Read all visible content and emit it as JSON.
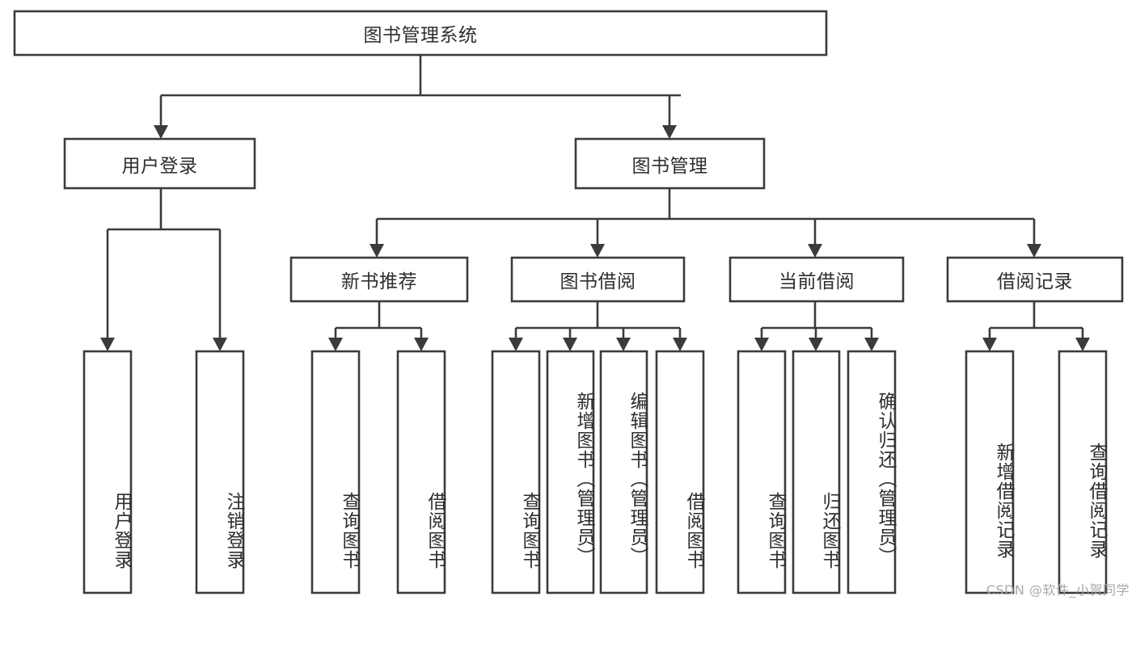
{
  "diagram": {
    "type": "tree-hierarchy-chart",
    "title": "图书管理系统",
    "watermark": "CSDN @软件_小贺同学",
    "colors": {
      "box_fill": "#ffffff",
      "box_stroke": "#3b3b3b",
      "text": "#2e2e2e",
      "watermark": "#a8a8a8",
      "background": "#ffffff"
    },
    "levels": {
      "root": {
        "label": "图书管理系统"
      },
      "level2": [
        {
          "id": "user-login",
          "label": "用户登录"
        },
        {
          "id": "book-management",
          "label": "图书管理"
        }
      ],
      "level3": [
        {
          "id": "new-book-recommend",
          "label": "新书推荐",
          "parent": "book-management"
        },
        {
          "id": "book-borrow",
          "label": "图书借阅",
          "parent": "book-management"
        },
        {
          "id": "current-borrow",
          "label": "当前借阅",
          "parent": "book-management"
        },
        {
          "id": "borrow-record",
          "label": "借阅记录",
          "parent": "book-management"
        }
      ],
      "leaves": {
        "user-login": [
          {
            "id": "leaf-user-login",
            "label": "用户登录"
          },
          {
            "id": "leaf-user-logout",
            "label": "注销登录"
          }
        ],
        "new-book-recommend": [
          {
            "id": "leaf-query-book-1",
            "label": "查询图书"
          },
          {
            "id": "leaf-borrow-book-1",
            "label": "借阅图书"
          }
        ],
        "book-borrow": [
          {
            "id": "leaf-query-book-2",
            "label": "查询图书"
          },
          {
            "id": "leaf-add-book",
            "label": "新增图书（管理员）"
          },
          {
            "id": "leaf-edit-book",
            "label": "编辑图书（管理员）"
          },
          {
            "id": "leaf-borrow-book-2",
            "label": "借阅图书"
          }
        ],
        "current-borrow": [
          {
            "id": "leaf-query-book-3",
            "label": "查询图书"
          },
          {
            "id": "leaf-return-book",
            "label": "归还图书"
          },
          {
            "id": "leaf-confirm-return",
            "label": "确认归还（管理员）"
          }
        ],
        "borrow-record": [
          {
            "id": "leaf-add-record",
            "label": "新增借阅记录"
          },
          {
            "id": "leaf-query-record",
            "label": "查询借阅记录"
          }
        ]
      }
    }
  }
}
